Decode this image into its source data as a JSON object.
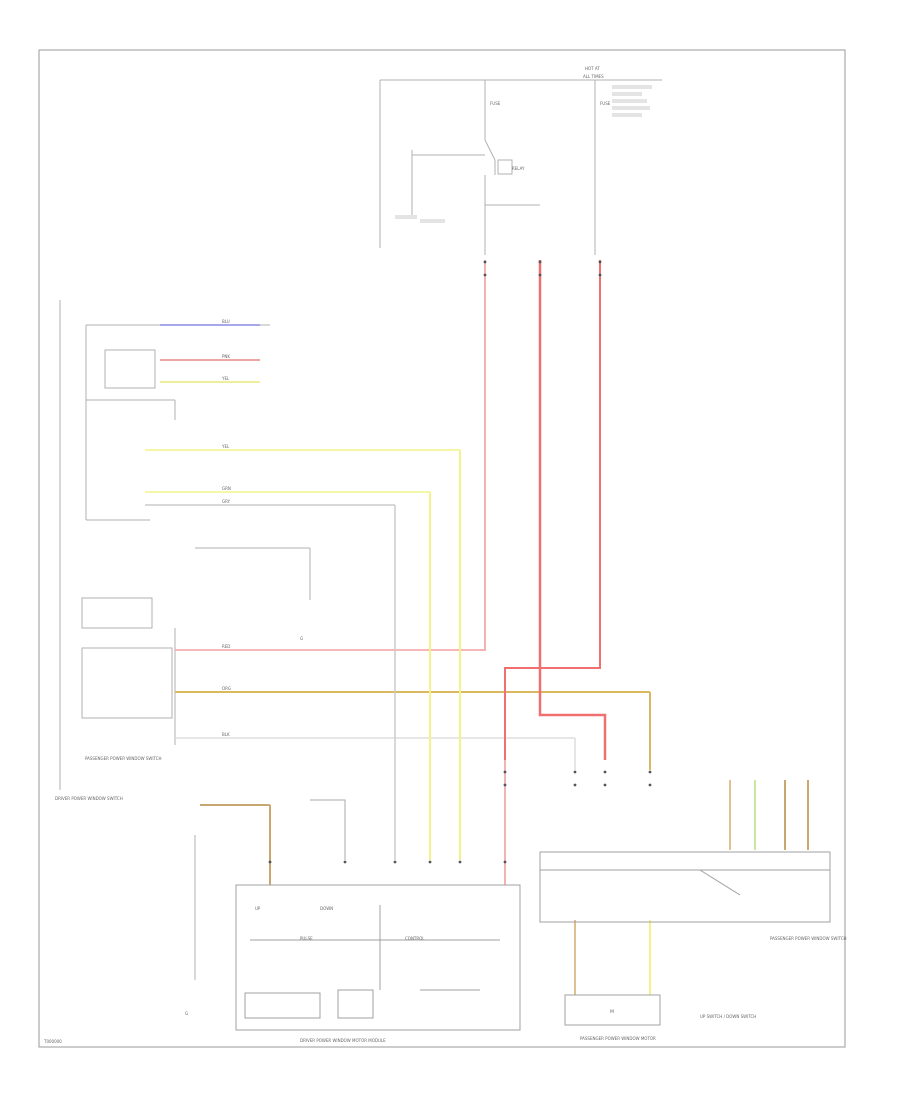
{
  "labels": {
    "hot_top": "HOT AT",
    "hot_top2": "ALL TIMES",
    "fuse_a": "FUSE",
    "fuse_b": "FUSE",
    "relay": "RELAY",
    "wire_red": "RED",
    "wire_yel": "YEL",
    "wire_blu": "BLU",
    "wire_gry": "GRY",
    "wire_org": "ORG",
    "wire_grn": "GRN",
    "wire_pnk": "PNK",
    "wire_blk": "BLK",
    "driver_switch": "DRIVER POWER WINDOW SWITCH",
    "pass_switch_left": "PASSENGER POWER WINDOW SWITCH",
    "pass_switch_right": "PASSENGER POWER WINDOW SWITCH",
    "pass_motor": "PASSENGER POWER WINDOW MOTOR",
    "driver_module": "DRIVER POWER WINDOW MOTOR MODULE",
    "ground_a": "G",
    "ground_b": "G",
    "note": "UP SWITCH / DOWN SWITCH",
    "module_inner_a": "UP",
    "module_inner_b": "DOWN",
    "module_inner_c": "PULSE",
    "module_inner_d": "CONTROL",
    "motor_label": "M",
    "footer_code": "T000000"
  }
}
